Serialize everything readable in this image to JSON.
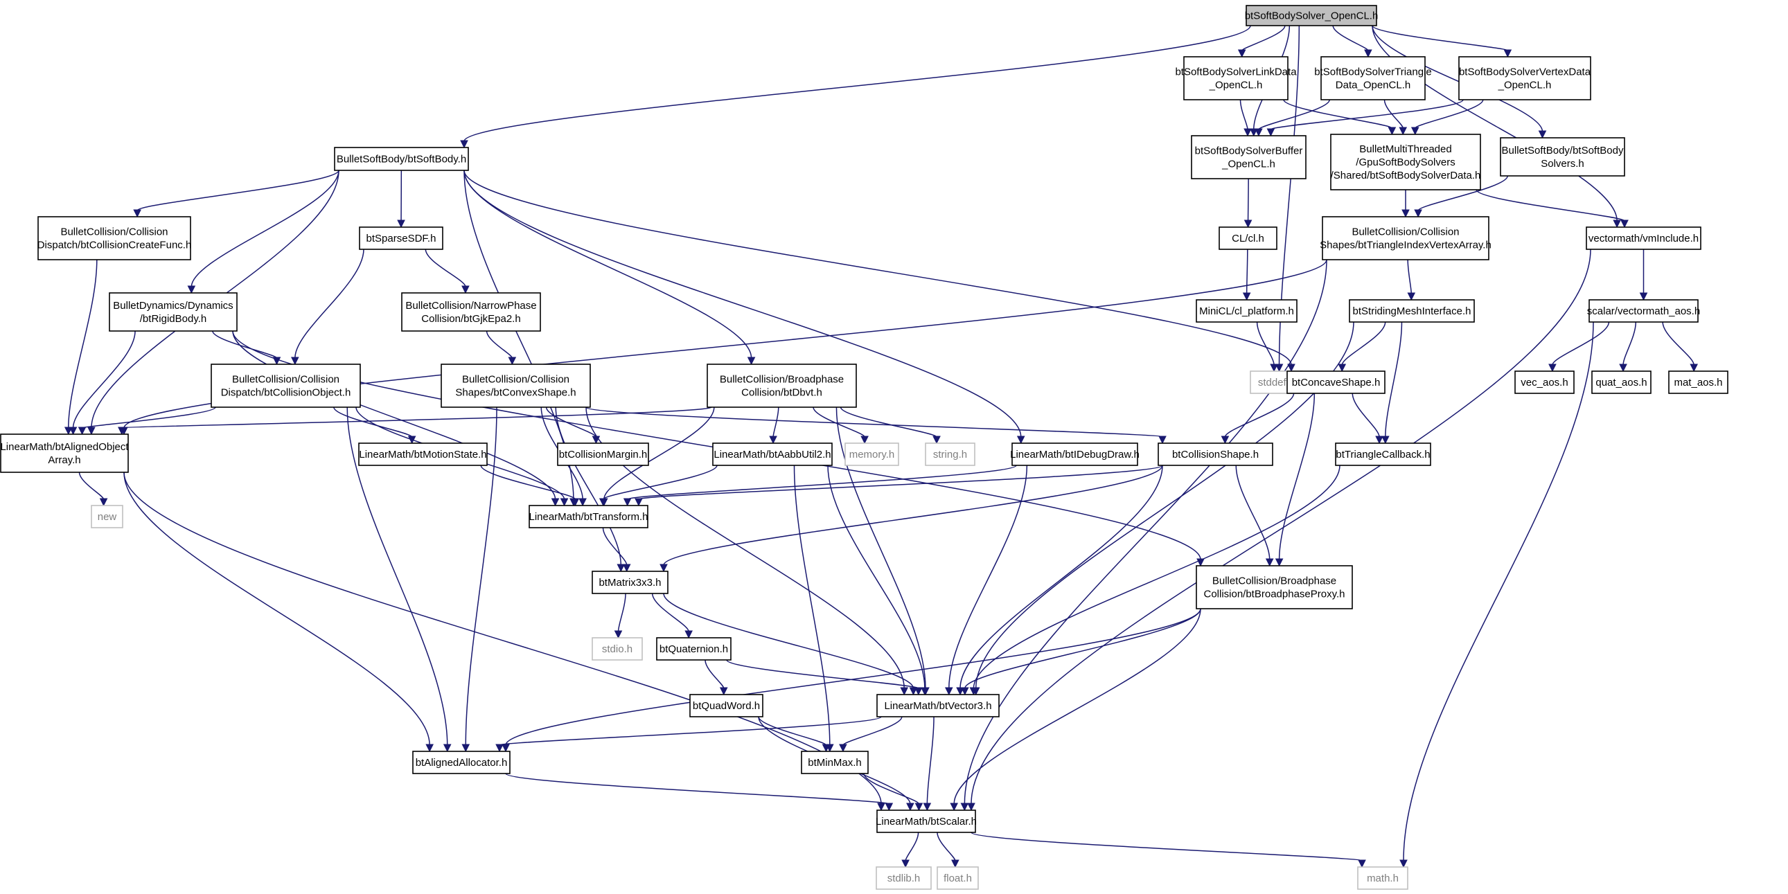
{
  "diagram": {
    "type": "include-dependency-graph",
    "nodes": [
      {
        "id": "root",
        "label": [
          "btSoftBodySolver_OpenCL.h"
        ],
        "style": "root"
      },
      {
        "id": "linkdata",
        "label": [
          "btSoftBodySolverLinkData",
          "_OpenCL.h"
        ]
      },
      {
        "id": "tridata",
        "label": [
          "btSoftBodySolverTriangle",
          "Data_OpenCL.h"
        ]
      },
      {
        "id": "vertdata",
        "label": [
          "btSoftBodySolverVertexData",
          "_OpenCL.h"
        ]
      },
      {
        "id": "softbody",
        "label": [
          "BulletSoftBody/btSoftBody.h"
        ]
      },
      {
        "id": "buffer",
        "label": [
          "btSoftBodySolverBuffer",
          "_OpenCL.h"
        ]
      },
      {
        "id": "gpudata",
        "label": [
          "BulletMultiThreaded",
          "/GpuSoftBodySolvers",
          "/Shared/btSoftBodySolverData.h"
        ]
      },
      {
        "id": "solvers",
        "label": [
          "BulletSoftBody/btSoftBody",
          "Solvers.h"
        ]
      },
      {
        "id": "createfunc",
        "label": [
          "BulletCollision/Collision",
          "Dispatch/btCollisionCreateFunc.h"
        ]
      },
      {
        "id": "sparsesdf",
        "label": [
          "btSparseSDF.h"
        ]
      },
      {
        "id": "clh",
        "label": [
          "CL/cl.h"
        ]
      },
      {
        "id": "trivertarray",
        "label": [
          "BulletCollision/Collision",
          "Shapes/btTriangleIndexVertexArray.h"
        ]
      },
      {
        "id": "vmi",
        "label": [
          "vectormath/vmInclude.h"
        ]
      },
      {
        "id": "rigidbody",
        "label": [
          "BulletDynamics/Dynamics",
          "/btRigidBody.h"
        ]
      },
      {
        "id": "gjkepa",
        "label": [
          "BulletCollision/NarrowPhase",
          "Collision/btGjkEpa2.h"
        ]
      },
      {
        "id": "clplatform",
        "label": [
          "MiniCL/cl_platform.h"
        ]
      },
      {
        "id": "stridingmesh",
        "label": [
          "btStridingMeshInterface.h"
        ]
      },
      {
        "id": "vaos",
        "label": [
          "scalar/vectormath_aos.h"
        ]
      },
      {
        "id": "collobj",
        "label": [
          "BulletCollision/Collision",
          "Dispatch/btCollisionObject.h"
        ]
      },
      {
        "id": "convexshape",
        "label": [
          "BulletCollision/Collision",
          "Shapes/btConvexShape.h"
        ]
      },
      {
        "id": "dbvt",
        "label": [
          "BulletCollision/Broadphase",
          "Collision/btDbvt.h"
        ]
      },
      {
        "id": "stddef",
        "label": [
          "stddef.h"
        ],
        "style": "ext"
      },
      {
        "id": "concave",
        "label": [
          "btConcaveShape.h"
        ]
      },
      {
        "id": "vecaos",
        "label": [
          "vec_aos.h"
        ]
      },
      {
        "id": "quataos",
        "label": [
          "quat_aos.h"
        ]
      },
      {
        "id": "mataos",
        "label": [
          "mat_aos.h"
        ]
      },
      {
        "id": "alignedarray",
        "label": [
          "LinearMath/btAlignedObject",
          "Array.h"
        ]
      },
      {
        "id": "motionstate",
        "label": [
          "LinearMath/btMotionState.h"
        ]
      },
      {
        "id": "collmargin",
        "label": [
          "btCollisionMargin.h"
        ]
      },
      {
        "id": "aabbutil",
        "label": [
          "LinearMath/btAabbUtil2.h"
        ]
      },
      {
        "id": "memory",
        "label": [
          "memory.h"
        ],
        "style": "ext"
      },
      {
        "id": "string",
        "label": [
          "string.h"
        ],
        "style": "ext"
      },
      {
        "id": "idebugdraw",
        "label": [
          "LinearMath/btIDebugDraw.h"
        ]
      },
      {
        "id": "collshape",
        "label": [
          "btCollisionShape.h"
        ]
      },
      {
        "id": "tricallback",
        "label": [
          "btTriangleCallback.h"
        ]
      },
      {
        "id": "new",
        "label": [
          "new"
        ],
        "style": "ext"
      },
      {
        "id": "transform",
        "label": [
          "LinearMath/btTransform.h"
        ]
      },
      {
        "id": "matrix",
        "label": [
          "btMatrix3x3.h"
        ]
      },
      {
        "id": "bproxy",
        "label": [
          "BulletCollision/Broadphase",
          "Collision/btBroadphaseProxy.h"
        ]
      },
      {
        "id": "stdio",
        "label": [
          "stdio.h"
        ],
        "style": "ext"
      },
      {
        "id": "quaternion",
        "label": [
          "btQuaternion.h"
        ]
      },
      {
        "id": "quadword",
        "label": [
          "btQuadWord.h"
        ]
      },
      {
        "id": "vector3",
        "label": [
          "LinearMath/btVector3.h"
        ]
      },
      {
        "id": "alignedalloc",
        "label": [
          "btAlignedAllocator.h"
        ]
      },
      {
        "id": "minmax",
        "label": [
          "btMinMax.h"
        ]
      },
      {
        "id": "scalar",
        "label": [
          "LinearMath/btScalar.h"
        ]
      },
      {
        "id": "stdlib",
        "label": [
          "stdlib.h"
        ],
        "style": "ext"
      },
      {
        "id": "float",
        "label": [
          "float.h"
        ],
        "style": "ext"
      },
      {
        "id": "math",
        "label": [
          "math.h"
        ],
        "style": "ext"
      }
    ],
    "edges": [
      [
        "root",
        "softbody"
      ],
      [
        "root",
        "linkdata"
      ],
      [
        "root",
        "tridata"
      ],
      [
        "root",
        "vertdata"
      ],
      [
        "root",
        "solvers"
      ],
      [
        "root",
        "vmi"
      ],
      [
        "root",
        "buffer"
      ],
      [
        "root",
        "stddef"
      ],
      [
        "linkdata",
        "buffer"
      ],
      [
        "linkdata",
        "gpudata"
      ],
      [
        "tridata",
        "buffer"
      ],
      [
        "tridata",
        "gpudata"
      ],
      [
        "vertdata",
        "buffer"
      ],
      [
        "vertdata",
        "gpudata"
      ],
      [
        "buffer",
        "clh"
      ],
      [
        "clh",
        "clplatform"
      ],
      [
        "clplatform",
        "stddef"
      ],
      [
        "gpudata",
        "trivertarray"
      ],
      [
        "gpudata",
        "vmi"
      ],
      [
        "solvers",
        "trivertarray"
      ],
      [
        "softbody",
        "alignedarray"
      ],
      [
        "softbody",
        "createfunc"
      ],
      [
        "softbody",
        "rigidbody"
      ],
      [
        "softbody",
        "sparsesdf"
      ],
      [
        "softbody",
        "transform"
      ],
      [
        "softbody",
        "dbvt"
      ],
      [
        "softbody",
        "idebugdraw"
      ],
      [
        "softbody",
        "concave"
      ],
      [
        "createfunc",
        "alignedarray"
      ],
      [
        "sparsesdf",
        "collobj"
      ],
      [
        "sparsesdf",
        "gjkepa"
      ],
      [
        "gjkepa",
        "convexshape"
      ],
      [
        "trivertarray",
        "alignedarray"
      ],
      [
        "trivertarray",
        "stridingmesh"
      ],
      [
        "trivertarray",
        "scalar"
      ],
      [
        "vmi",
        "vaos"
      ],
      [
        "vmi",
        "scalar"
      ],
      [
        "vaos",
        "vecaos"
      ],
      [
        "vaos",
        "quataos"
      ],
      [
        "vaos",
        "mataos"
      ],
      [
        "vaos",
        "math"
      ],
      [
        "rigidbody",
        "collobj"
      ],
      [
        "rigidbody",
        "alignedarray"
      ],
      [
        "rigidbody",
        "transform"
      ],
      [
        "rigidbody",
        "bproxy"
      ],
      [
        "stridingmesh",
        "concave"
      ],
      [
        "stridingmesh",
        "tricallback"
      ],
      [
        "stridingmesh",
        "vector3"
      ],
      [
        "concave",
        "collshape"
      ],
      [
        "concave",
        "tricallback"
      ],
      [
        "concave",
        "bproxy"
      ],
      [
        "collobj",
        "alignedarray"
      ],
      [
        "collobj",
        "motionstate"
      ],
      [
        "collobj",
        "transform"
      ],
      [
        "collobj",
        "alignedalloc"
      ],
      [
        "convexshape",
        "collshape"
      ],
      [
        "convexshape",
        "collmargin"
      ],
      [
        "convexshape",
        "transform"
      ],
      [
        "convexshape",
        "matrix"
      ],
      [
        "convexshape",
        "vector3"
      ],
      [
        "convexshape",
        "alignedalloc"
      ],
      [
        "dbvt",
        "alignedarray"
      ],
      [
        "dbvt",
        "aabbutil"
      ],
      [
        "dbvt",
        "memory"
      ],
      [
        "dbvt",
        "string"
      ],
      [
        "dbvt",
        "transform"
      ],
      [
        "dbvt",
        "vector3"
      ],
      [
        "alignedarray",
        "new"
      ],
      [
        "alignedarray",
        "alignedalloc"
      ],
      [
        "alignedarray",
        "scalar"
      ],
      [
        "motionstate",
        "transform"
      ],
      [
        "aabbutil",
        "transform"
      ],
      [
        "aabbutil",
        "vector3"
      ],
      [
        "aabbutil",
        "minmax"
      ],
      [
        "idebugdraw",
        "transform"
      ],
      [
        "idebugdraw",
        "vector3"
      ],
      [
        "collshape",
        "transform"
      ],
      [
        "collshape",
        "matrix"
      ],
      [
        "collshape",
        "vector3"
      ],
      [
        "collshape",
        "bproxy"
      ],
      [
        "tricallback",
        "vector3"
      ],
      [
        "transform",
        "matrix"
      ],
      [
        "matrix",
        "stdio"
      ],
      [
        "matrix",
        "quaternion"
      ],
      [
        "matrix",
        "vector3"
      ],
      [
        "bproxy",
        "alignedalloc"
      ],
      [
        "bproxy",
        "vector3"
      ],
      [
        "bproxy",
        "scalar"
      ],
      [
        "quaternion",
        "quadword"
      ],
      [
        "quaternion",
        "vector3"
      ],
      [
        "quadword",
        "minmax"
      ],
      [
        "quadword",
        "scalar"
      ],
      [
        "vector3",
        "alignedalloc"
      ],
      [
        "vector3",
        "minmax"
      ],
      [
        "vector3",
        "scalar"
      ],
      [
        "alignedalloc",
        "scalar"
      ],
      [
        "minmax",
        "scalar"
      ],
      [
        "scalar",
        "stdlib"
      ],
      [
        "scalar",
        "float"
      ],
      [
        "scalar",
        "math"
      ]
    ]
  }
}
